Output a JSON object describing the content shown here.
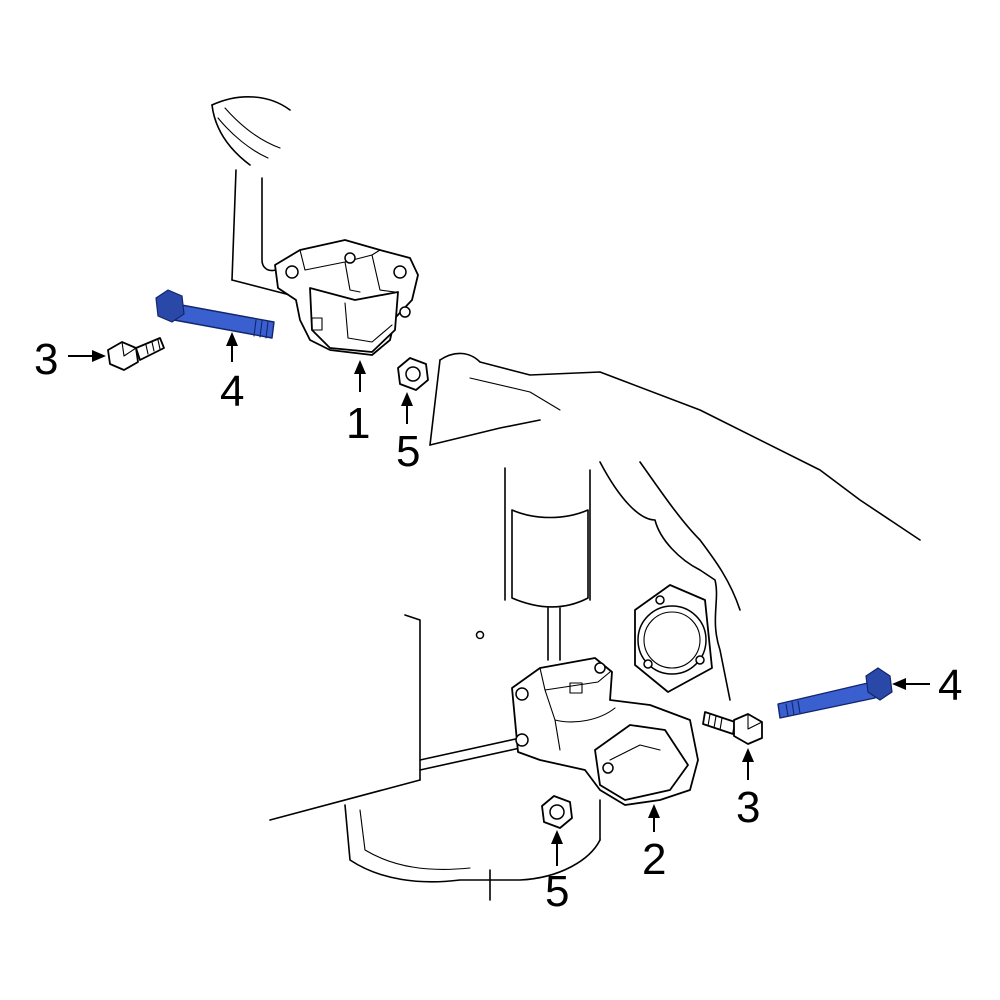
{
  "diagram": {
    "accent_color": "#3a5fcf",
    "callouts": {
      "upper_mount": "1",
      "lower_mount": "2",
      "bolt_left": "3",
      "bolt_right": "3",
      "long_bolt_left": "4",
      "long_bolt_right": "4",
      "nut_upper": "5",
      "nut_lower": "5"
    }
  }
}
